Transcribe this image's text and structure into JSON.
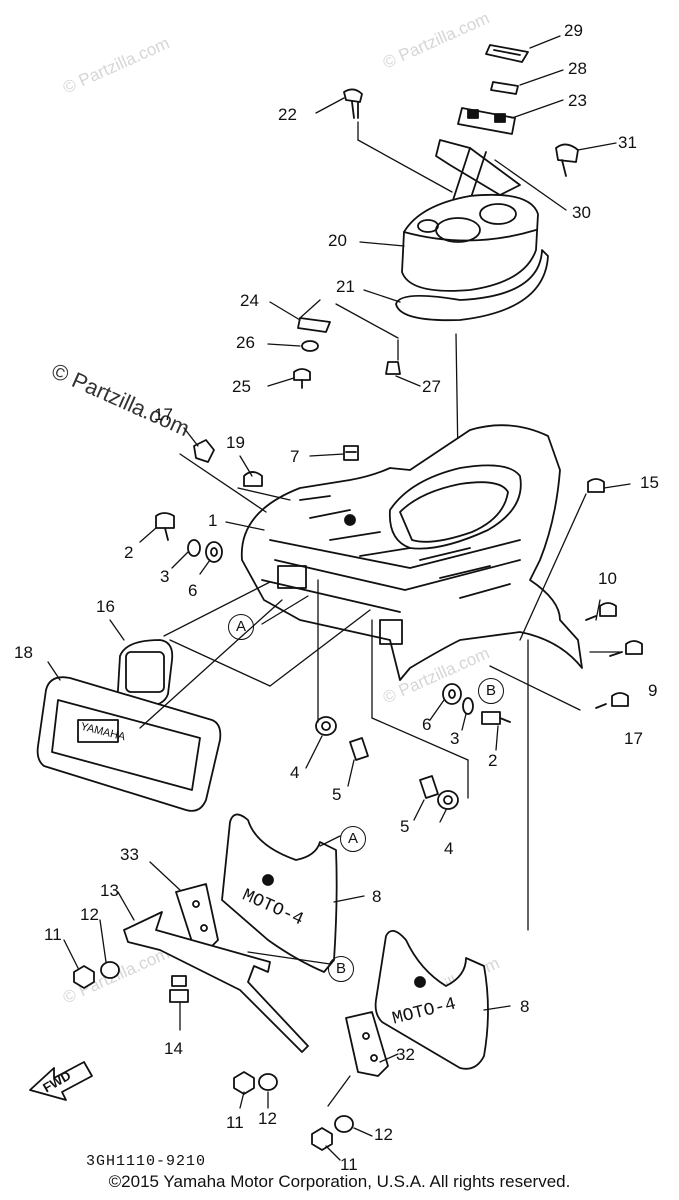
{
  "diagram": {
    "part_numbers": [
      "29",
      "28",
      "23",
      "22",
      "31",
      "30",
      "20",
      "21",
      "24",
      "26",
      "25",
      "27",
      "17",
      "19",
      "7",
      "15",
      "1",
      "2",
      "3",
      "6",
      "16",
      "18",
      "10",
      "9",
      "A",
      "B",
      "6",
      "3",
      "2",
      "4",
      "5",
      "5",
      "4",
      "17",
      "33",
      "13",
      "12",
      "11",
      "14",
      "8",
      "8",
      "A",
      "B",
      "32",
      "11",
      "12",
      "12",
      "11"
    ],
    "reference_markers": [
      "A",
      "B",
      "A",
      "B"
    ],
    "drawing_code": "3GH1110-9210",
    "direction_label": "FWD",
    "mud_flap_text": [
      "MOTO-4",
      "MOTO-4"
    ],
    "emblem_text": "YAMAHA"
  },
  "watermark": {
    "text": "© Partzilla.com"
  },
  "footer": {
    "copyright": "©2015 Yamaha Motor Corporation, U.S.A. All rights reserved."
  }
}
